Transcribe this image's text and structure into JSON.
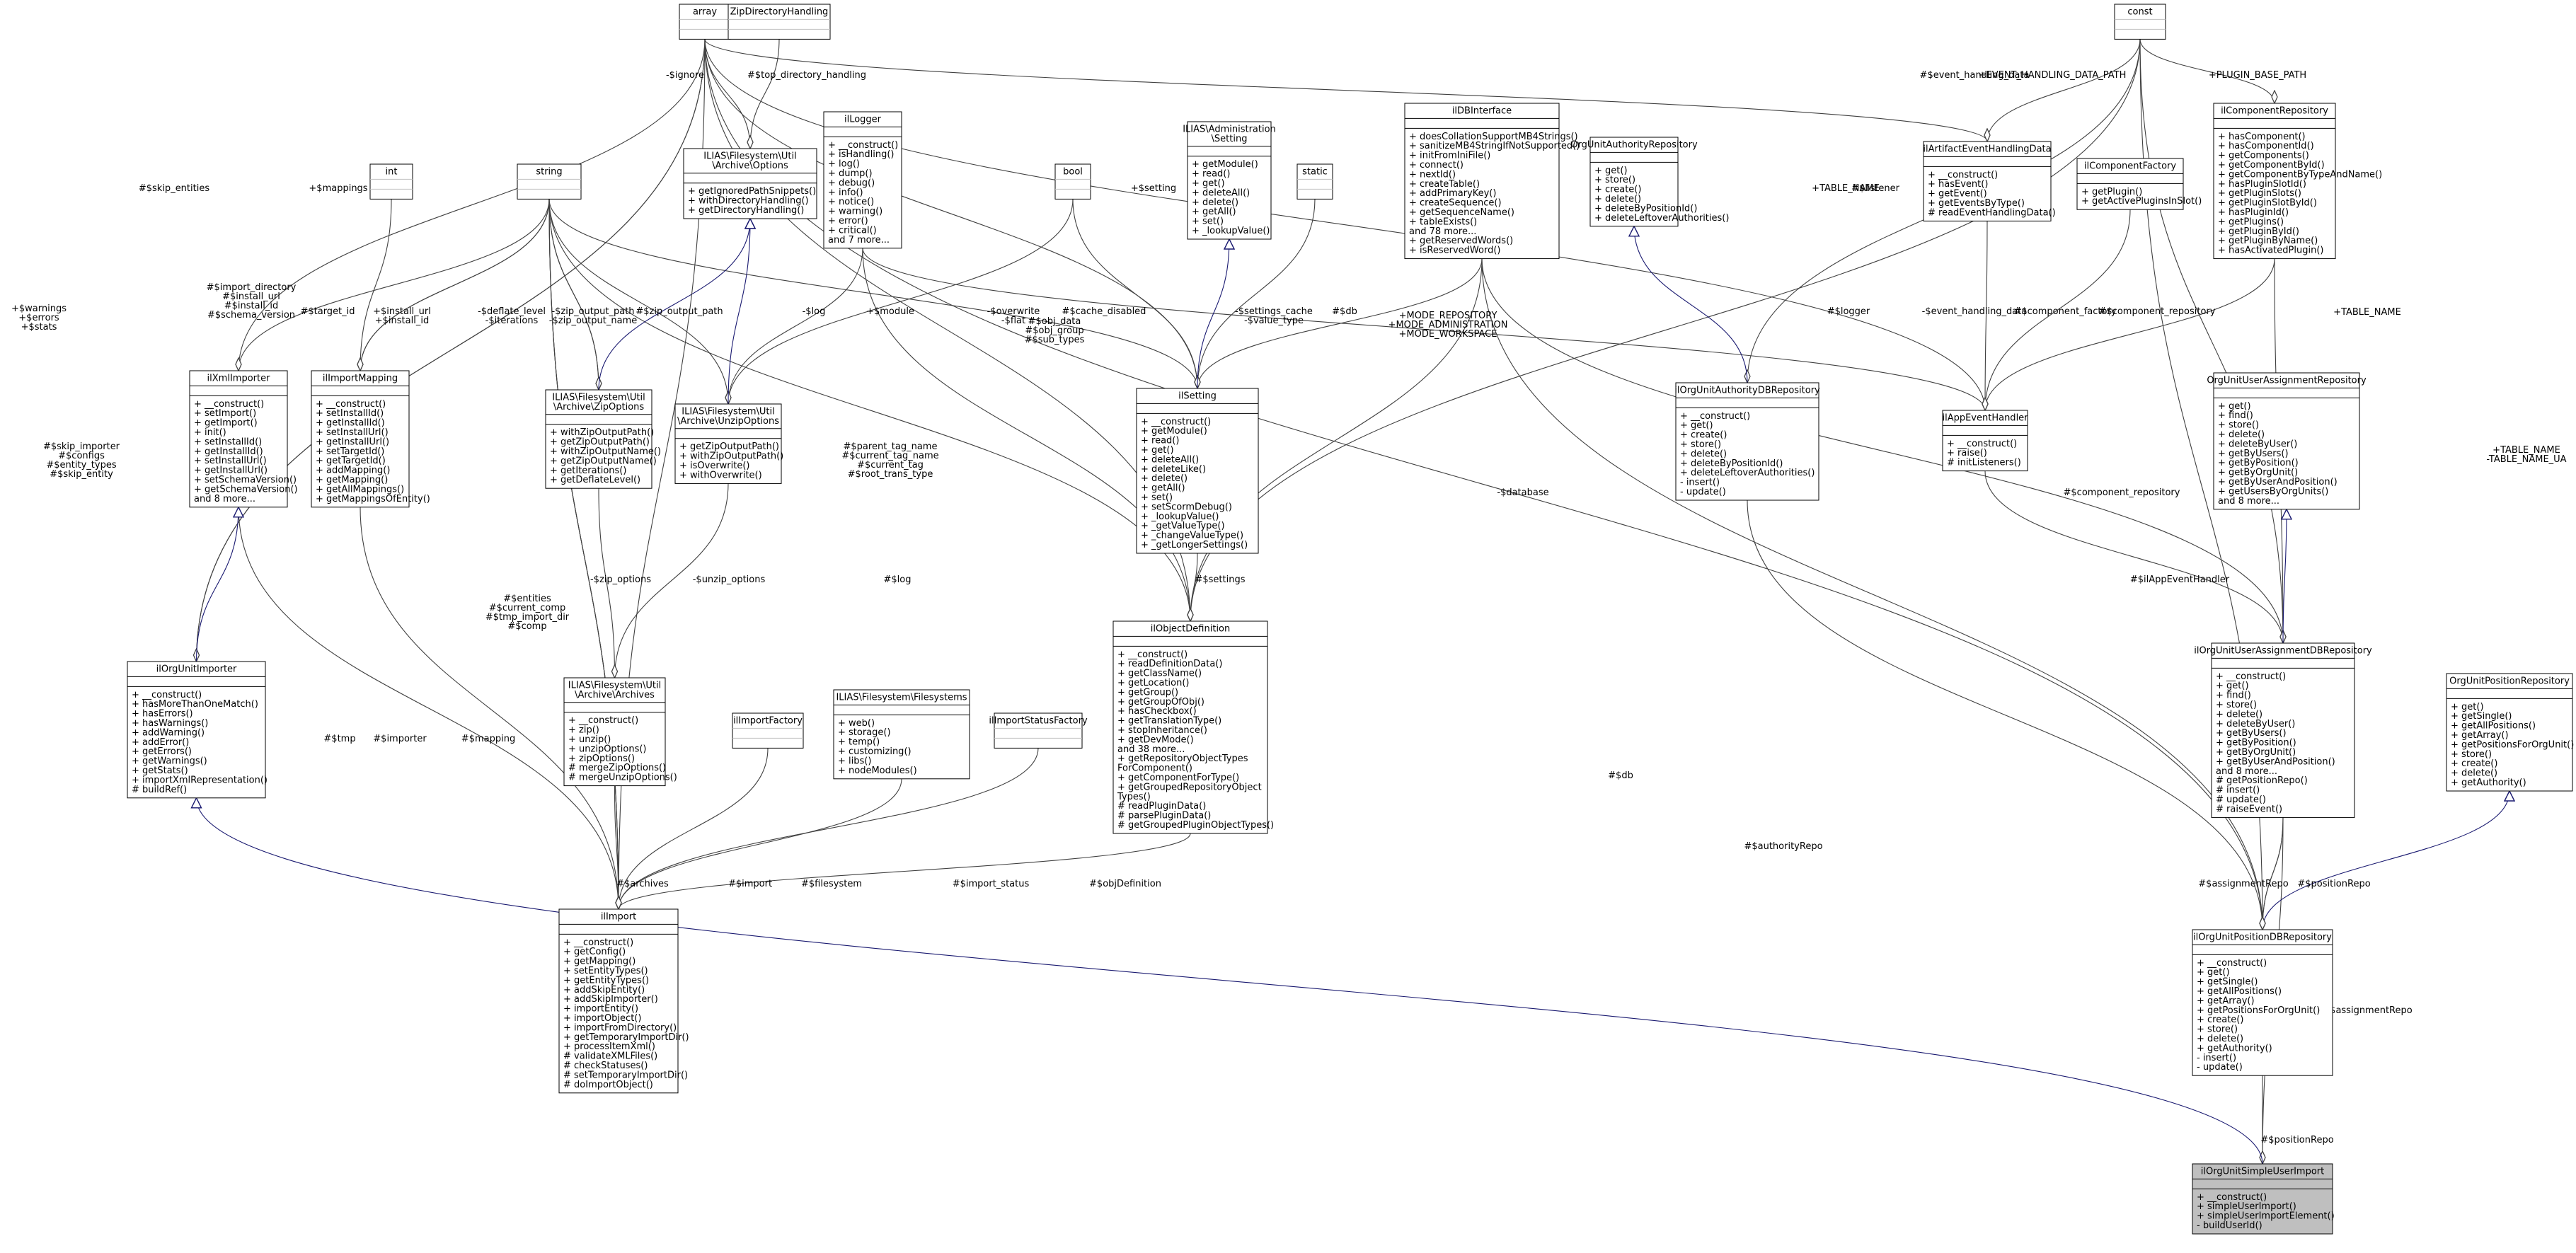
{
  "diagram": {
    "type": "uml-collaboration-diagram",
    "subject": "ilOrgUnitSimpleUserImport",
    "colors": {
      "box_border": "#000000",
      "box_fill": "#ffffff",
      "subject_fill": "#bfbfbf",
      "composition_edge": "#404040",
      "inheritance_edge": "#191970",
      "compartment_border": "#bfbfbf"
    }
  },
  "classes": [
    {
      "id": "array",
      "name": "array",
      "attributes": [],
      "methods": []
    },
    {
      "id": "zipdir",
      "name": "ZipDirectoryHandling",
      "attributes": [],
      "methods": []
    },
    {
      "id": "const",
      "name": "const",
      "attributes": [],
      "methods": []
    },
    {
      "id": "string",
      "name": "string",
      "attributes": [],
      "methods": []
    },
    {
      "id": "int",
      "name": "int",
      "attributes": [],
      "methods": []
    },
    {
      "id": "bool",
      "name": "bool",
      "attributes": [],
      "methods": []
    },
    {
      "id": "static",
      "name": "static",
      "attributes": [],
      "methods": []
    },
    {
      "id": "options",
      "name": "ILIAS\\Filesystem\\Util\n\\Archive\\Options",
      "attributes": [],
      "methods": [
        "+ getIgnoredPathSnippets()",
        "+ withDirectoryHandling()",
        "+ getDirectoryHandling()"
      ]
    },
    {
      "id": "logger",
      "name": "ilLogger",
      "attributes": [],
      "methods": [
        "+ __construct()",
        "+ isHandling()",
        "+ log()",
        "+ dump()",
        "+ debug()",
        "+ info()",
        "+ notice()",
        "+ warning()",
        "+ error()",
        "+ critical()",
        "and 7 more..."
      ]
    },
    {
      "id": "adminsetting",
      "name": "ILIAS\\Administration\n\\Setting",
      "attributes": [],
      "methods": [
        "+ getModule()",
        "+ read()",
        "+ get()",
        "+ deleteAll()",
        "+ delete()",
        "+ getAll()",
        "+ set()",
        "+ _lookupValue()"
      ]
    },
    {
      "id": "dbinterface",
      "name": "ilDBInterface",
      "attributes": [],
      "methods": [
        "+ doesCollationSupportMB4Strings()",
        "+ sanitizeMB4StringIfNotSupported()",
        "+ initFromIniFile()",
        "+ connect()",
        "+ nextId()",
        "+ createTable()",
        "+ addPrimaryKey()",
        "+ createSequence()",
        "+ getSequenceName()",
        "+ tableExists()",
        "and 78 more...",
        "+ getReservedWords()",
        "+ isReservedWord()"
      ]
    },
    {
      "id": "authrepo",
      "name": "OrgUnitAuthorityRepository",
      "attributes": [],
      "methods": [
        "+ get()",
        "+ store()",
        "+ create()",
        "+ delete()",
        "+ deleteByPositionId()",
        "+ deleteLeftoverAuthorities()"
      ]
    },
    {
      "id": "artifact",
      "name": "ilArtifactEventHandlingData",
      "attributes": [],
      "methods": [
        "+ __construct()",
        "+ hasEvent()",
        "+ getEvent()",
        "+ getEventsByType()",
        "# readEventHandlingData()"
      ]
    },
    {
      "id": "compfactory",
      "name": "ilComponentFactory",
      "attributes": [],
      "methods": [
        "+ getPlugin()",
        "+ getActivePluginsInSlot()"
      ]
    },
    {
      "id": "comprepo",
      "name": "ilComponentRepository",
      "attributes": [],
      "methods": [
        "+ hasComponent()",
        "+ hasComponentId()",
        "+ getComponents()",
        "+ getComponentById()",
        "+ getComponentByTypeAndName()",
        "+ hasPluginSlotId()",
        "+ getPluginSlots()",
        "+ getPluginSlotById()",
        "+ hasPluginId()",
        "+ getPlugins()",
        "+ getPluginById()",
        "+ getPluginByName()",
        "+ hasActivatedPlugin()"
      ]
    },
    {
      "id": "xmlimporter",
      "name": "ilXmlImporter",
      "attributes": [],
      "methods": [
        "+ __construct()",
        "+ setImport()",
        "+ getImport()",
        "+ init()",
        "+ setInstallId()",
        "+ getInstallId()",
        "+ setInstallUrl()",
        "+ getInstallUrl()",
        "+ setSchemaVersion()",
        "+ getSchemaVersion()",
        "and 8 more..."
      ]
    },
    {
      "id": "importmapping",
      "name": "ilImportMapping",
      "attributes": [],
      "methods": [
        "+ __construct()",
        "+ setInstallId()",
        "+ getInstallId()",
        "+ setInstallUrl()",
        "+ getInstallUrl()",
        "+ setTargetId()",
        "+ getTargetId()",
        "+ addMapping()",
        "+ getMapping()",
        "+ getAllMappings()",
        "+ getMappingsOfEntity()"
      ]
    },
    {
      "id": "zipoptions",
      "name": "ILIAS\\Filesystem\\Util\n\\Archive\\ZipOptions",
      "attributes": [],
      "methods": [
        "+ withZipOutputPath()",
        "+ getZipOutputPath()",
        "+ withZipOutputName()",
        "+ getZipOutputName()",
        "+ getIterations()",
        "+ getDeflateLevel()"
      ]
    },
    {
      "id": "unzipoptions",
      "name": "ILIAS\\Filesystem\\Util\n\\Archive\\UnzipOptions",
      "attributes": [],
      "methods": [
        "+ getZipOutputPath()",
        "+ withZipOutputPath()",
        "+ isOverwrite()",
        "+ withOverwrite()"
      ]
    },
    {
      "id": "setting",
      "name": "ilSetting",
      "attributes": [],
      "methods": [
        "+ __construct()",
        "+ getModule()",
        "+ read()",
        "+ get()",
        "+ deleteAll()",
        "+ deleteLike()",
        "+ delete()",
        "+ getAll()",
        "+ set()",
        "+ setScormDebug()",
        "+ _lookupValue()",
        "+ _getValueType()",
        "+ _changeValueType()",
        "+ _getLongerSettings()"
      ]
    },
    {
      "id": "authdbrepo",
      "name": "ilOrgUnitAuthorityDBRepository",
      "attributes": [],
      "methods": [
        "+ __construct()",
        "+ get()",
        "+ create()",
        "+ store()",
        "+ delete()",
        "+ deleteByPositionId()",
        "+ deleteLeftoverAuthorities()",
        "- insert()",
        "- update()"
      ]
    },
    {
      "id": "appevent",
      "name": "ilAppEventHandler",
      "attributes": [],
      "methods": [
        "+ __construct()",
        "+ raise()",
        "# initListeners()"
      ]
    },
    {
      "id": "uarepo",
      "name": "OrgUnitUserAssignmentRepository",
      "attributes": [],
      "methods": [
        "+ get()",
        "+ find()",
        "+ store()",
        "+ delete()",
        "+ deleteByUser()",
        "+ getByUsers()",
        "+ getByPosition()",
        "+ getByOrgUnit()",
        "+ getByUserAndPosition()",
        "+ getUsersByOrgUnits()",
        "and 8 more..."
      ]
    },
    {
      "id": "orgunitimporter",
      "name": "ilOrgUnitImporter",
      "attributes": [],
      "methods": [
        "+ __construct()",
        "+ hasMoreThanOneMatch()",
        "+ hasErrors()",
        "+ hasWarnings()",
        "+ addWarning()",
        "+ addError()",
        "+ getErrors()",
        "+ getWarnings()",
        "+ getStats()",
        "+ importXmlRepresentation()",
        "# buildRef()"
      ]
    },
    {
      "id": "archives",
      "name": "ILIAS\\Filesystem\\Util\n\\Archive\\Archives",
      "attributes": [],
      "methods": [
        "+ __construct()",
        "+ zip()",
        "+ unzip()",
        "+ unzipOptions()",
        "+ zipOptions()",
        "# mergeZipOptions()",
        "# mergeUnzipOptions()"
      ]
    },
    {
      "id": "importfactory",
      "name": "ilImportFactory",
      "attributes": [],
      "methods": []
    },
    {
      "id": "filesystems",
      "name": "ILIAS\\Filesystem\\Filesystems",
      "attributes": [],
      "methods": [
        "+ web()",
        "+ storage()",
        "+ temp()",
        "+ customizing()",
        "+ libs()",
        "+ nodeModules()"
      ]
    },
    {
      "id": "statusfactory",
      "name": "ilImportStatusFactory",
      "attributes": [],
      "methods": []
    },
    {
      "id": "objdef",
      "name": "ilObjectDefinition",
      "attributes": [],
      "methods": [
        "+ __construct()",
        "+ readDefinitionData()",
        "+ getClassName()",
        "+ getLocation()",
        "+ getGroup()",
        "+ getGroupOfObj()",
        "+ hasCheckbox()",
        "+ getTranslationType()",
        "+ stopInheritance()",
        "+ getDevMode()",
        "and 38 more...",
        "+ getRepositoryObjectTypes",
        "ForComponent()",
        "+ getComponentForType()",
        "+ getGroupedRepositoryObject",
        "Types()",
        "# readPluginData()",
        "# parsePluginData()",
        "# getGroupedPluginObjectTypes()"
      ]
    },
    {
      "id": "uadbrepo",
      "name": "ilOrgUnitUserAssignmentDBRepository",
      "attributes": [],
      "methods": [
        "+ __construct()",
        "+ get()",
        "+ find()",
        "+ store()",
        "+ delete()",
        "+ deleteByUser()",
        "+ getByUsers()",
        "+ getByPosition()",
        "+ getByOrgUnit()",
        "+ getByUserAndPosition()",
        "and 8 more...",
        "# getPositionRepo()",
        "# insert()",
        "# update()",
        "# raiseEvent()"
      ]
    },
    {
      "id": "posrepo",
      "name": "OrgUnitPositionRepository",
      "attributes": [],
      "methods": [
        "+ get()",
        "+ getSingle()",
        "+ getAllPositions()",
        "+ getArray()",
        "+ getPositionsForOrgUnit()",
        "+ store()",
        "+ create()",
        "+ delete()",
        "+ getAuthority()"
      ]
    },
    {
      "id": "import",
      "name": "ilImport",
      "attributes": [],
      "methods": [
        "+ __construct()",
        "+ getConfig()",
        "+ getMapping()",
        "+ setEntityTypes()",
        "+ getEntityTypes()",
        "+ addSkipEntity()",
        "+ addSkipImporter()",
        "+ importEntity()",
        "+ importObject()",
        "+ importFromDirectory()",
        "+ getTemporaryImportDir()",
        "+ processItemXml()",
        "# validateXMLFiles()",
        "# checkStatuses()",
        "# setTemporaryImportDir()",
        "# doImportObject()"
      ]
    },
    {
      "id": "posdbrepo",
      "name": "ilOrgUnitPositionDBRepository",
      "attributes": [],
      "methods": [
        "+ __construct()",
        "+ get()",
        "+ getSingle()",
        "+ getAllPositions()",
        "+ getArray()",
        "+ getPositionsForOrgUnit()",
        "+ create()",
        "+ store()",
        "+ delete()",
        "+ getAuthority()",
        "- insert()",
        "- update()"
      ]
    },
    {
      "id": "simple",
      "name": "ilOrgUnitSimpleUserImport",
      "attributes": [],
      "methods": [
        "+ __construct()",
        "+ simpleUserImport()",
        "+ simpleUserImportElement()",
        "- buildUserId()"
      ]
    }
  ],
  "edge_labels": [
    "-$ignore",
    "#$top_directory_handling",
    "#$event_handling_data",
    "+EVENT_HANDLING_DATA_PATH",
    "+PLUGIN_BASE_PATH",
    "#$skip_entities",
    "+$mappings",
    "+$setting",
    "+TABLE_NAME",
    "#$listener",
    "#$import_directory\n#$install_url\n#$install_id\n#$schema_version",
    "#$target_id",
    "+$install_url\n+$install_id",
    "-$deflate_level\n-$iterations",
    "-$zip_output_path\n-$zip_output_name",
    "#$zip_output_path",
    "-$log",
    "+$module",
    "-$overwrite\n-$flat",
    "#$obj_data\n#$obj_group\n#$sub_types",
    "#$cache_disabled",
    "-$settings_cache\n-$value_type",
    "#$db",
    "+MODE_REPOSITORY\n+MODE_ADMINISTRATION\n+MODE_WORKSPACE",
    "#$logger",
    "-$event_handling_data",
    "#$component_factory",
    "#$component_repository",
    "+$warnings\n+$errors\n+$stats",
    "#$skip_importer\n#$configs\n#$entity_types\n#$skip_entity",
    "#$parent_tag_name\n#$current_tag_name\n#$current_tag\n#$root_trans_type",
    "-$database",
    "#$component_repository",
    "+TABLE_NAME",
    "+TABLE_NAME\n-TABLE_NAME_UA",
    "#$entities\n#$current_comp\n#$tmp_import_dir\n#$comp",
    "-$zip_options",
    "-$unzip_options",
    "#$log",
    "#$settings",
    "#$ilAppEventHandler",
    "#$tmp",
    "#$importer",
    "#$mapping",
    "#$archives",
    "#$import",
    "#$filesystem",
    "#$import_status",
    "#$objDefinition",
    "#$db",
    "#$authorityRepo",
    "#$assignmentRepo",
    "#$positionRepo",
    "#$positionRepo",
    "#$assignmentRepo"
  ]
}
